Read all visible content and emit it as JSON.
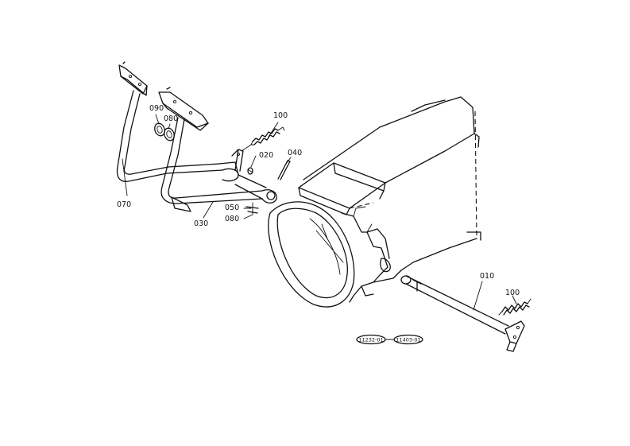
{
  "diagram": {
    "parts": {
      "p070": "070",
      "p090": "090",
      "p080a": "080",
      "p100a": "100",
      "p020": "020",
      "p040": "040",
      "p050": "050",
      "p080b": "080",
      "p030": "030",
      "p010": "010",
      "p100b": "100"
    },
    "refs": {
      "left": "11232-01",
      "right": "11403-01"
    }
  }
}
